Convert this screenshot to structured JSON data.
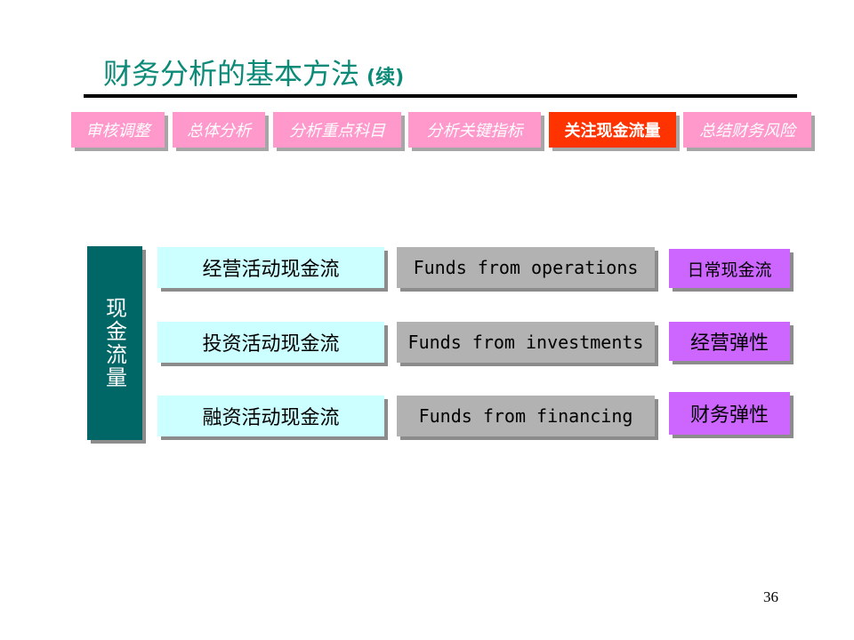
{
  "slide": {
    "title": "财务分析的基本方法",
    "title_suffix": "(续)",
    "page_number": "36"
  },
  "nav": {
    "tabs": [
      {
        "label": "审核调整",
        "active": false
      },
      {
        "label": "总体分析",
        "active": false
      },
      {
        "label": "分析重点科目",
        "active": false
      },
      {
        "label": "分析关键指标",
        "active": false
      },
      {
        "label": "关注现金流量",
        "active": true
      },
      {
        "label": "总结财务风险",
        "active": false
      }
    ]
  },
  "cash_flow": {
    "group_label": "现金流量",
    "rows": [
      {
        "cn": "经营活动现金流",
        "en": "Funds from operations",
        "meaning": "日常现金流"
      },
      {
        "cn": "投资活动现金流",
        "en": "Funds from investments",
        "meaning": "经营弹性"
      },
      {
        "cn": "融资活动现金流",
        "en": "Funds from financing",
        "meaning": "财务弹性"
      }
    ]
  },
  "colors": {
    "title": "#0c8a78",
    "tab_inactive": "#ff99cc",
    "tab_active": "#ff3300",
    "group_box": "#006666",
    "cn_box": "#ccffff",
    "en_box": "#b2b2b2",
    "meaning_box": "#cc66ff"
  }
}
